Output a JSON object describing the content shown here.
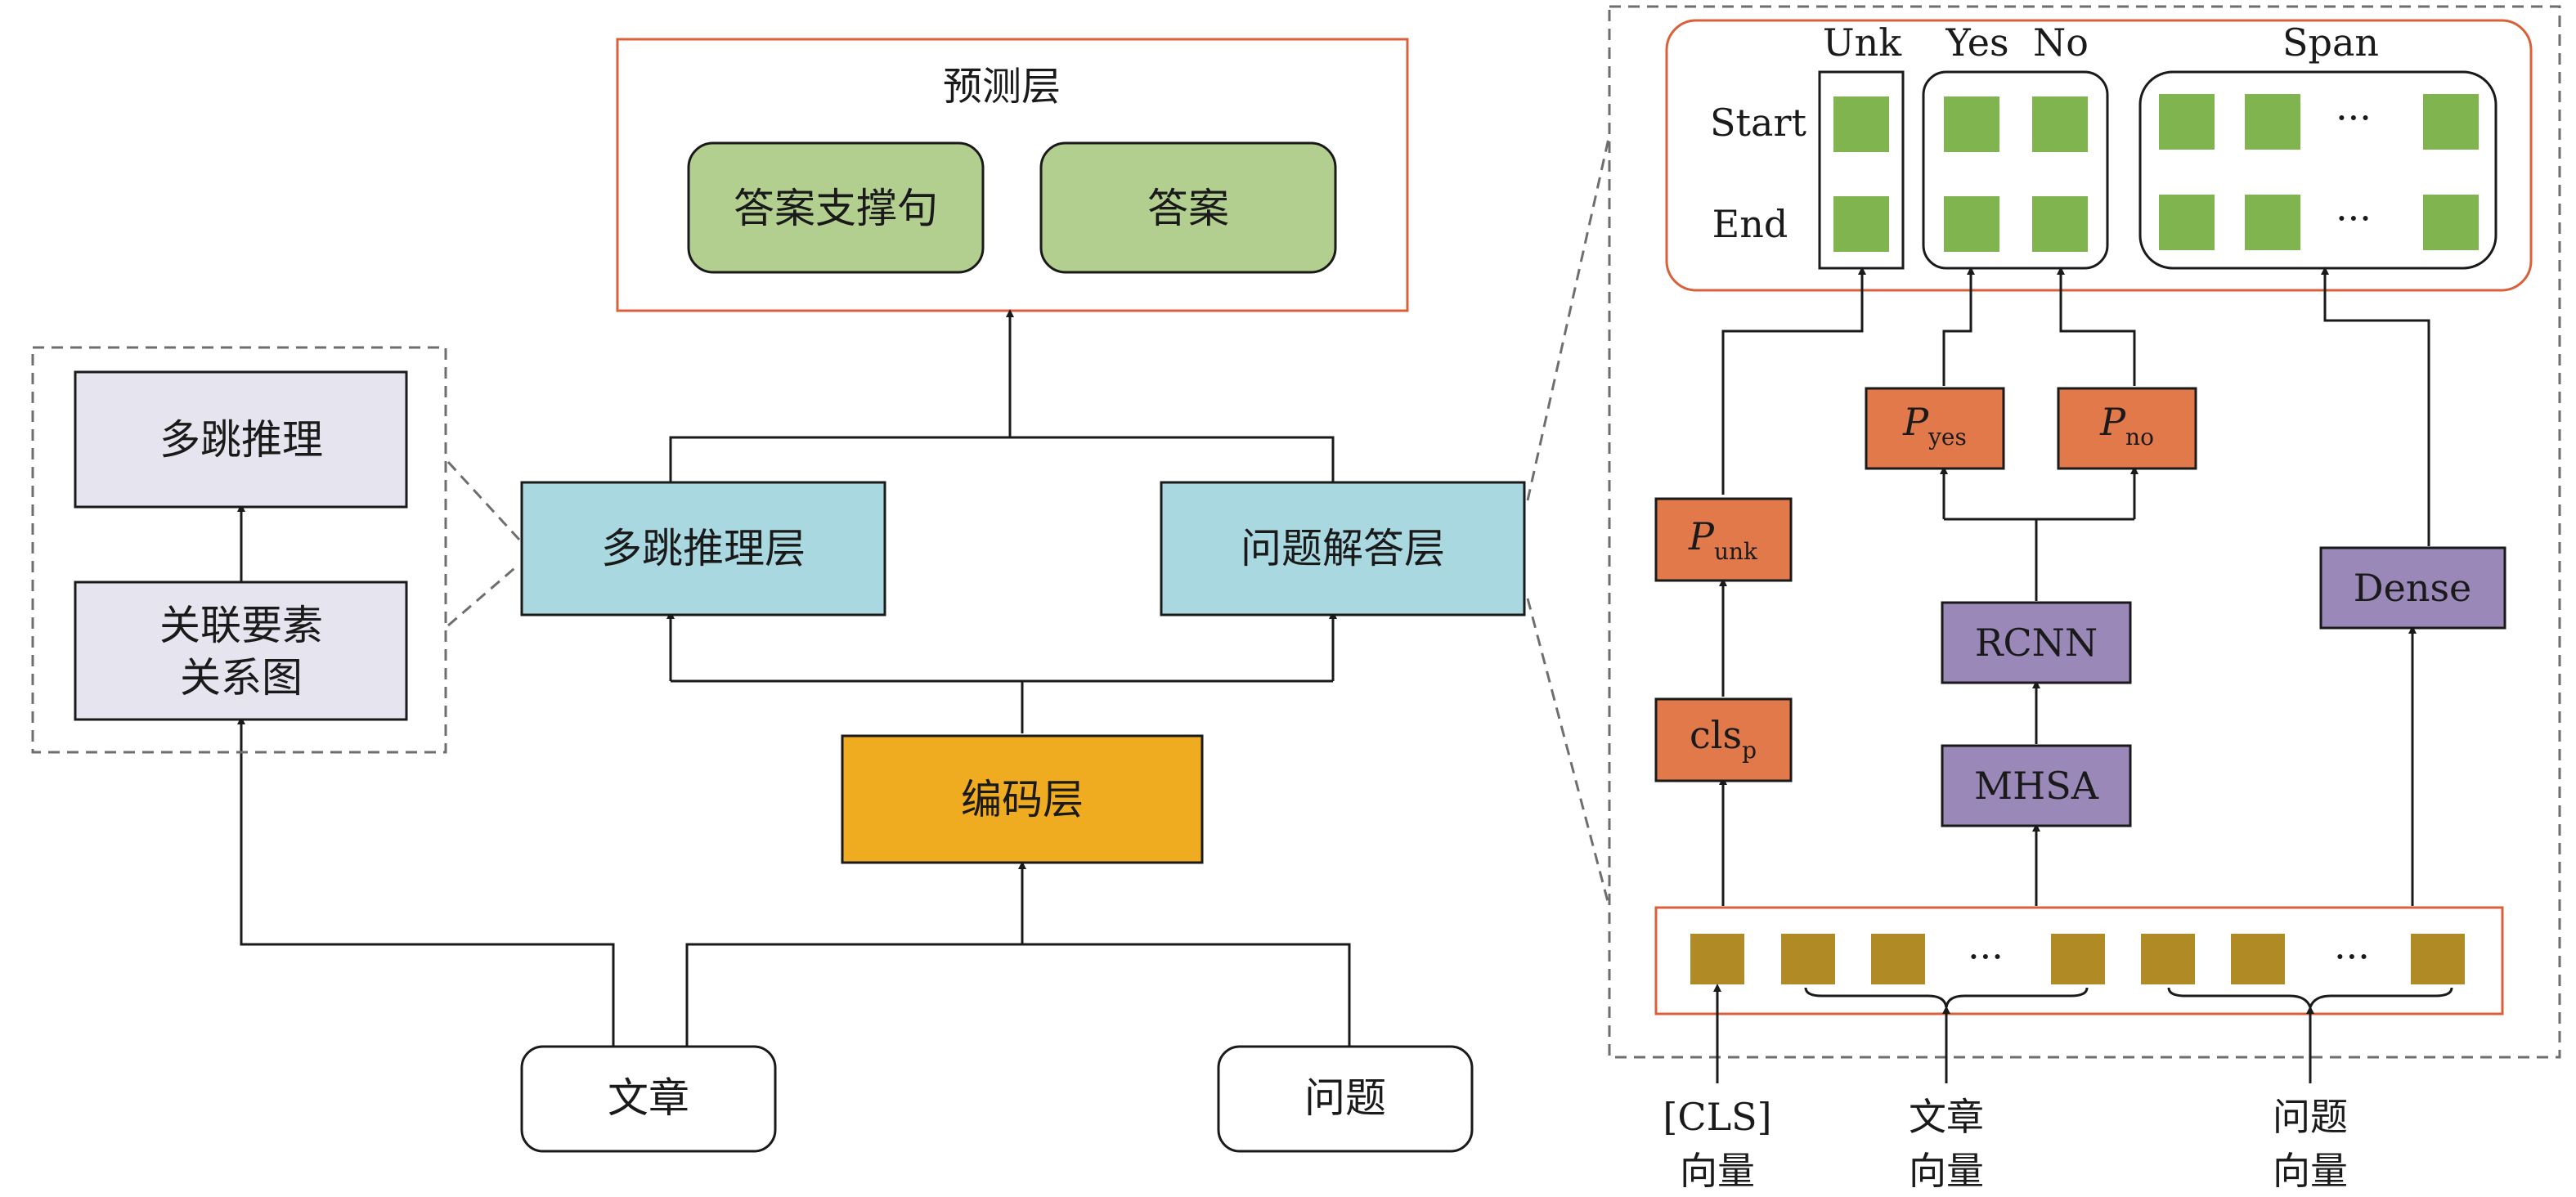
{
  "colors": {
    "orange_border": "#d9603a",
    "green_box": "#b3cf90",
    "green_cell": "#7fb44f",
    "teal_box": "#a9d8e0",
    "yellow_box": "#f0ac21",
    "gray_box": "#e6e4ee",
    "orange_box": "#e1794a",
    "purple_box": "#9a88b8",
    "token_gold": "#b08a24"
  },
  "left": {
    "prediction_layer": {
      "title": "预测层",
      "support_sentence": "答案支撑句",
      "answer": "答案"
    },
    "multihop_layer": "多跳推理层",
    "qa_layer": "问题解答层",
    "encoding_layer": "编码层",
    "inputs": {
      "article": "文章",
      "question": "问题"
    },
    "graph_detail": {
      "reasoning": "多跳推理",
      "graph_line1": "关联要素",
      "graph_line2": "关系图"
    }
  },
  "right": {
    "headers": {
      "unk": "Unk",
      "yes": "Yes",
      "no": "No",
      "span": "Span"
    },
    "rows": {
      "start": "Start",
      "end": "End"
    },
    "ellipsis": "···",
    "p_unk": {
      "symbol": "P",
      "sub": "unk"
    },
    "p_yes": {
      "symbol": "P",
      "sub": "yes"
    },
    "p_no": {
      "symbol": "P",
      "sub": "no"
    },
    "cls": {
      "base": "cls",
      "sub": "p"
    },
    "rcnn": "RCNN",
    "mhsa": "MHSA",
    "dense": "Dense",
    "input_labels": {
      "cls_line1": "[CLS]",
      "cls_line2": "向量",
      "article_line1": "文章",
      "article_line2": "向量",
      "question_line1": "问题",
      "question_line2": "向量"
    }
  }
}
